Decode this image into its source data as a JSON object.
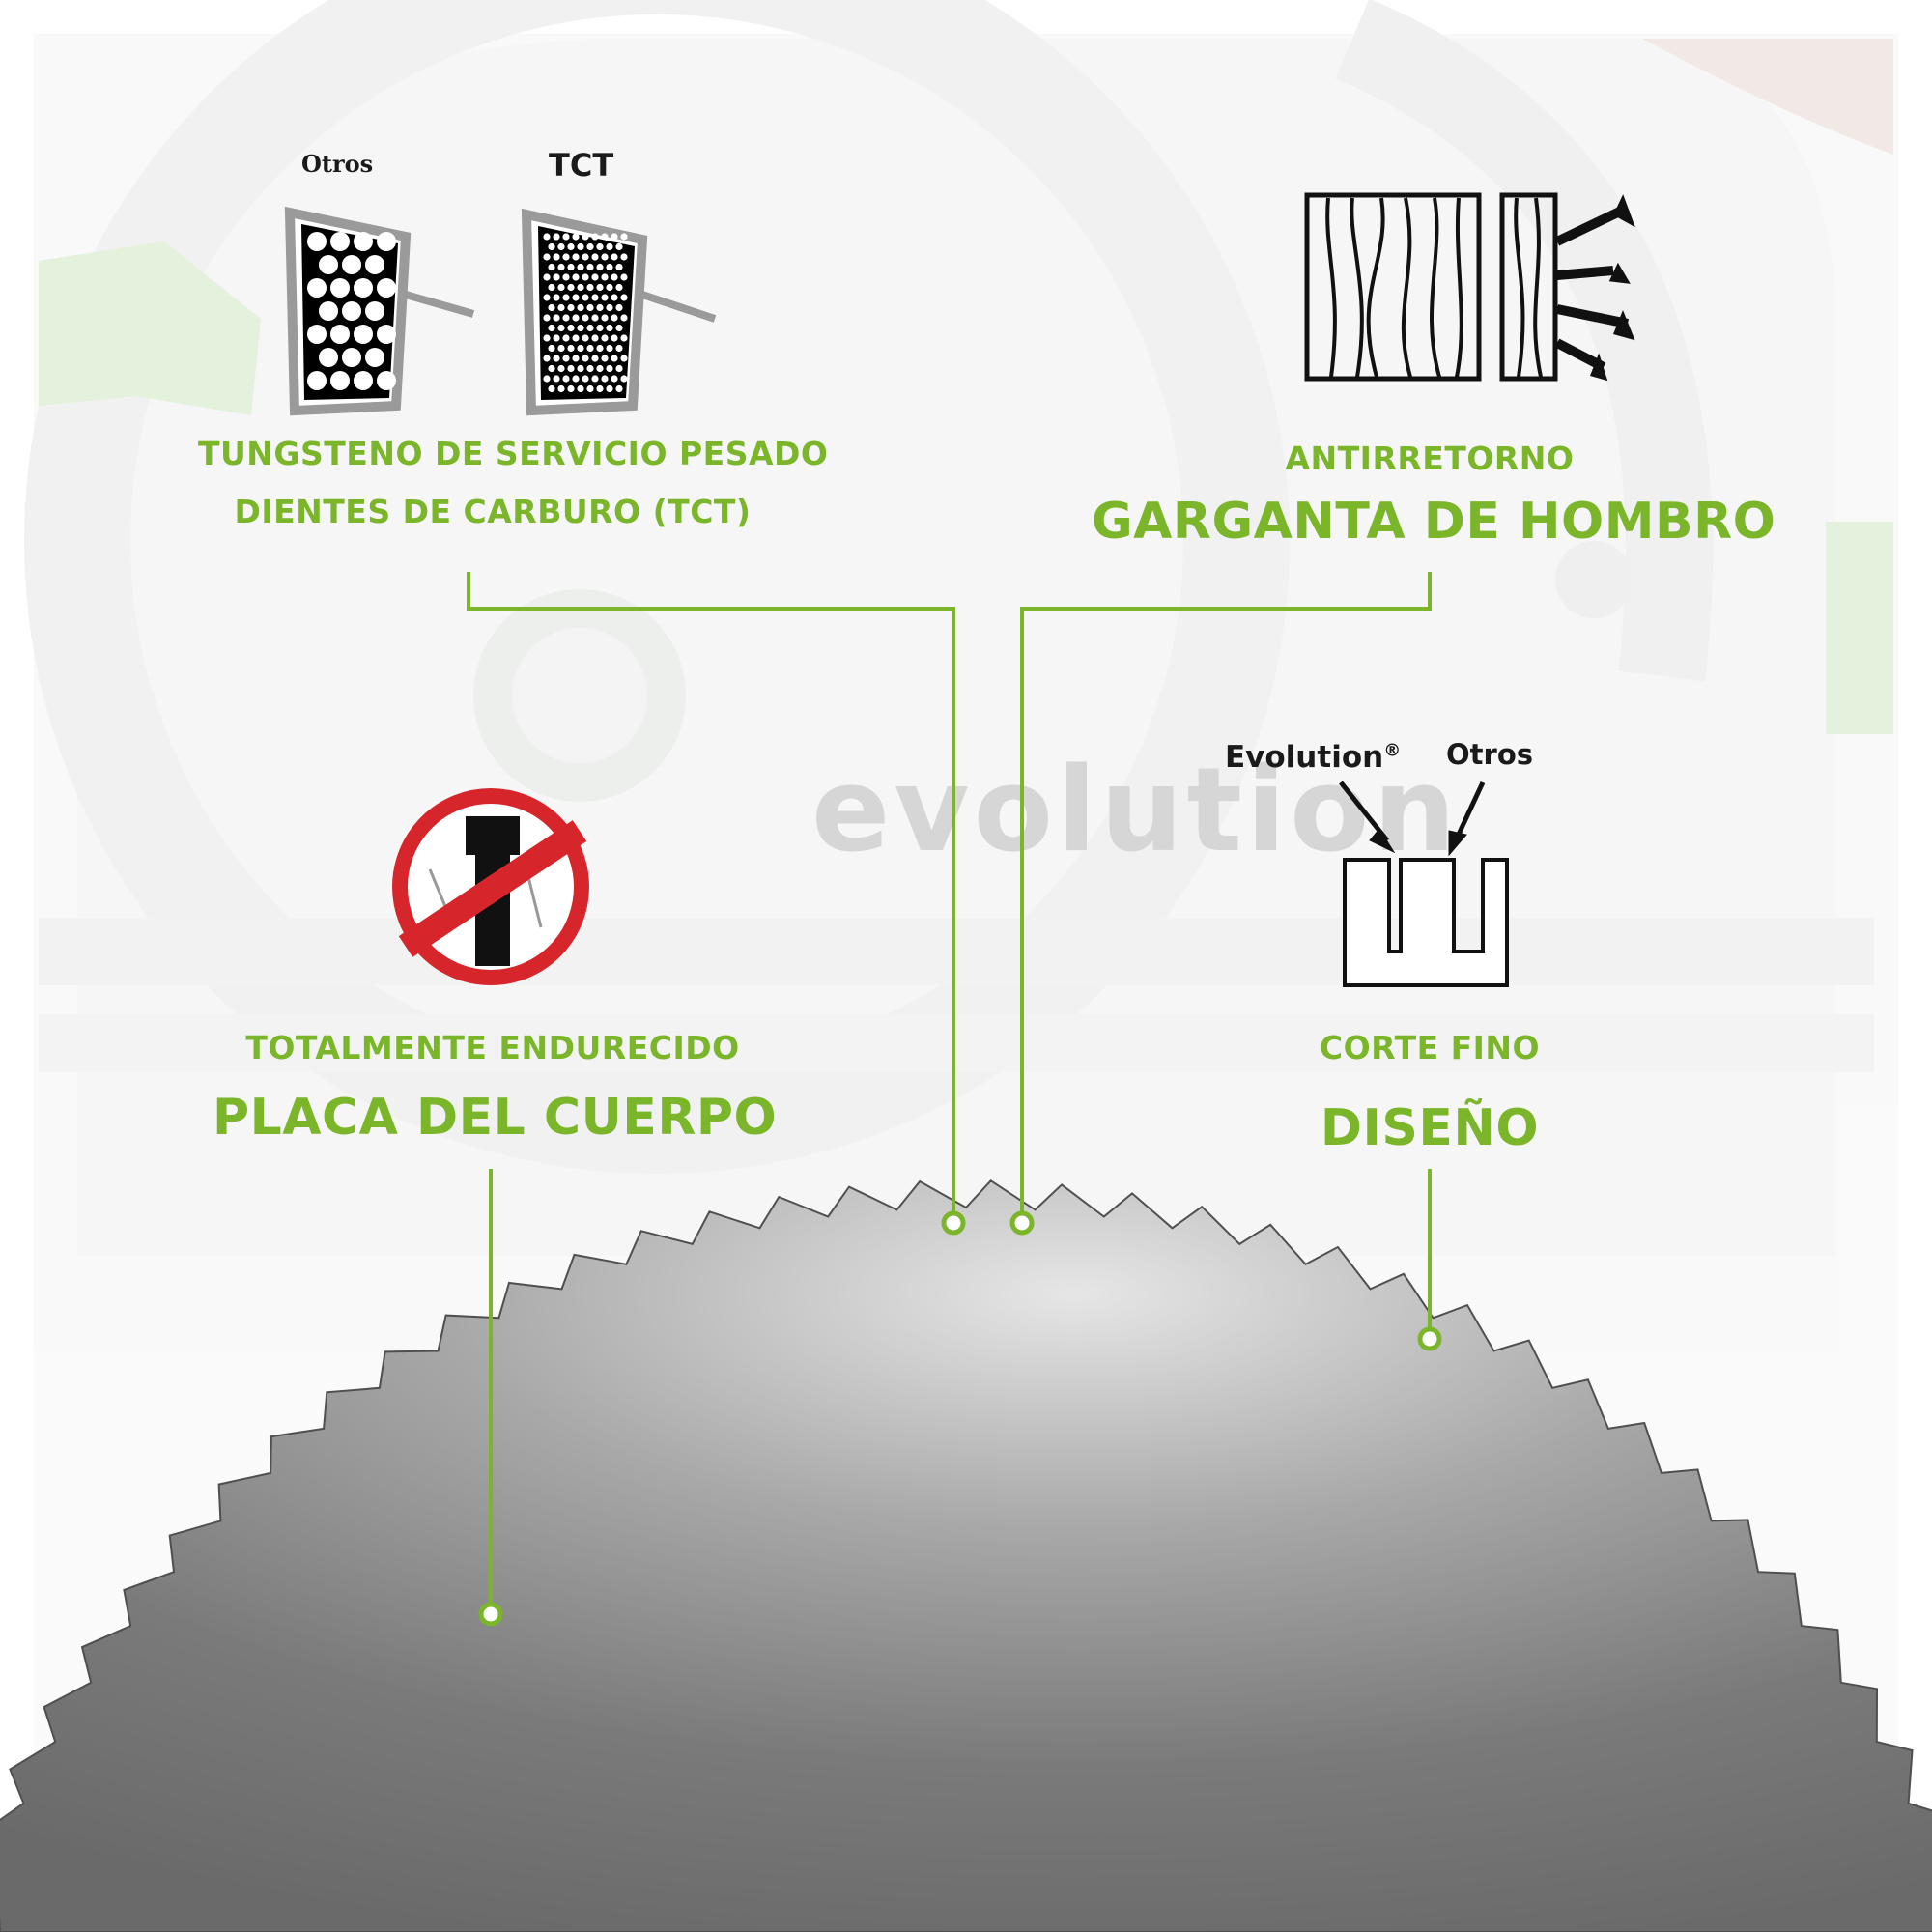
{
  "background": {
    "brand_watermark": "evolution",
    "accent_color": "#7ab52a",
    "blade_color": "#5a5a5a"
  },
  "tungsten": {
    "compare_left_label": "Otros",
    "compare_right_label": "TCT",
    "line1": "TUNGSTENO DE SERVICIO PESADO",
    "line2": "DIENTES DE CARBURO (TCT)"
  },
  "shoulder": {
    "small": "ANTIRRETORNO",
    "big": "GARGANTA DE HOMBRO"
  },
  "hardened": {
    "icon": "no-hammer-icon",
    "small": "TOTALMENTE ENDURECIDO",
    "big": "PLACA DEL CUERPO"
  },
  "thin_cut": {
    "left_label": "Evolution",
    "registered": "®",
    "right_label": "Otros",
    "small": "CORTE FINO",
    "big": "DISEÑO"
  }
}
